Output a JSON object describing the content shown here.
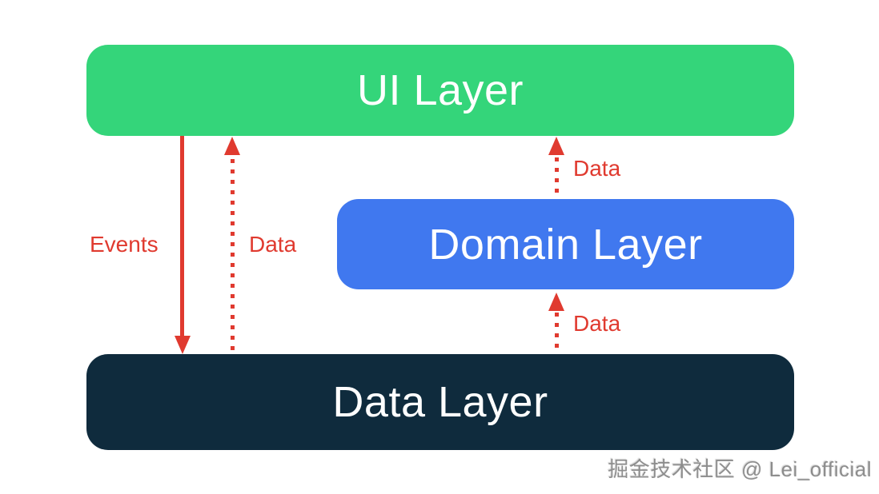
{
  "diagram": {
    "background_color": "#ffffff",
    "arrow_color": "#e03a2f",
    "boxes": {
      "ui": {
        "label": "UI Layer",
        "color": "#34d57a",
        "text_color": "#ffffff"
      },
      "domain": {
        "label": "Domain Layer",
        "color": "#4078ef",
        "text_color": "#ffffff"
      },
      "data": {
        "label": "Data Layer",
        "color": "#0f2b3d",
        "text_color": "#ffffff"
      }
    },
    "arrows": {
      "events": {
        "label": "Events",
        "style": "solid",
        "direction": "down",
        "from": "UI Layer",
        "to": "Data Layer"
      },
      "data_to_ui": {
        "label": "Data",
        "style": "dotted",
        "direction": "up",
        "from": "Data Layer",
        "to": "UI Layer"
      },
      "domain_to_ui": {
        "label": "Data",
        "style": "dotted",
        "direction": "up",
        "from": "Domain Layer",
        "to": "UI Layer"
      },
      "data_to_domain": {
        "label": "Data",
        "style": "dotted",
        "direction": "up",
        "from": "Data Layer",
        "to": "Domain Layer"
      }
    },
    "watermark": "掘金技术社区 @ Lei_official"
  }
}
